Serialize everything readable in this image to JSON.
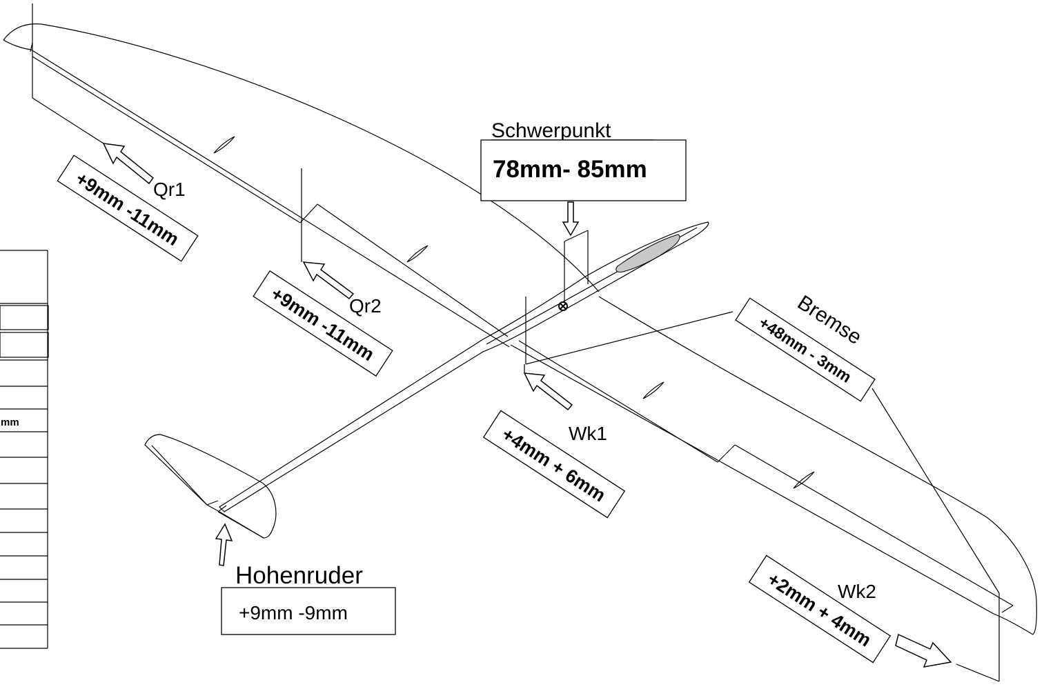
{
  "colors": {
    "line": "#000000",
    "background": "#ffffff",
    "canopy": "#c8c8c8"
  },
  "schwerpunkt": {
    "title": "Schwerpunkt",
    "value": "78mm- 85mm"
  },
  "qr1": {
    "label": "Qr1",
    "value": "+9mm -11mm"
  },
  "qr2": {
    "label": "Qr2",
    "value": "+9mm -11mm"
  },
  "bremse": {
    "label": "Bremse",
    "value": "+48mm - 3mm"
  },
  "wk1": {
    "label": "Wk1",
    "value": "+4mm + 6mm"
  },
  "wk2": {
    "label": "Wk2",
    "value": "+2mm + 4mm"
  },
  "hoehenruder": {
    "label": "Hohenruder",
    "value": "+9mm -9mm"
  },
  "side_table": {
    "partial_text": "mm"
  }
}
